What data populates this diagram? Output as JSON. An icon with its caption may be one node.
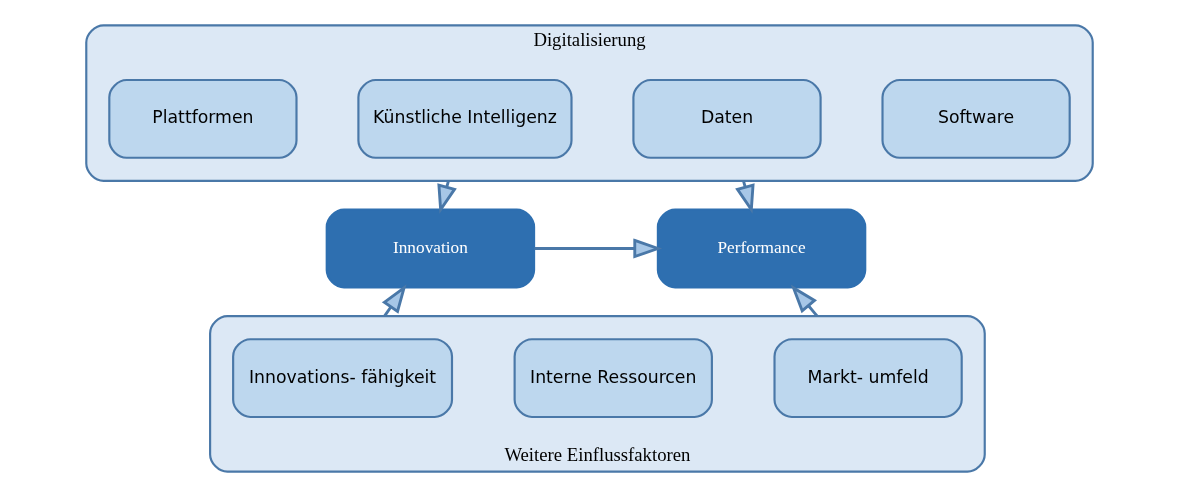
{
  "diagram": {
    "nodes": [
      {
        "text": [
          "Digitalisierung"
        ]
      },
      {
        "text": [
          "Software"
        ],
        "in": 0
      },
      {
        "text": [
          "Künstliche Intelligenz"
        ],
        "in": 0
      },
      {
        "text": [
          "Daten"
        ],
        "in": 0
      },
      {
        "text": [
          "Plattformen"
        ],
        "in": 0
      },
      {
        "text": [
          "Innovation"
        ]
      },
      {
        "text": [
          "Performance"
        ]
      },
      {
        "text": [
          "Weitere Einflussfaktoren"
        ]
      },
      {
        "text": [
          "Innovations- fähigkeit"
        ],
        "in": 7
      },
      {
        "text": [
          "Interne Ressourcen"
        ],
        "in": 7
      },
      {
        "text": [
          "Markt- umfeld"
        ],
        "in": 7
      }
    ],
    "edges": [
      {
        "from": 0,
        "to": 5,
        "arrow": "to"
      },
      {
        "from": 0,
        "to": 6,
        "arrow": "to"
      },
      {
        "from": 5,
        "to": 6,
        "arrow": "to"
      },
      {
        "from": 7,
        "to": 5,
        "arrow": "to"
      },
      {
        "from": 7,
        "to": 6,
        "arrow": "to"
      }
    ]
  }
}
